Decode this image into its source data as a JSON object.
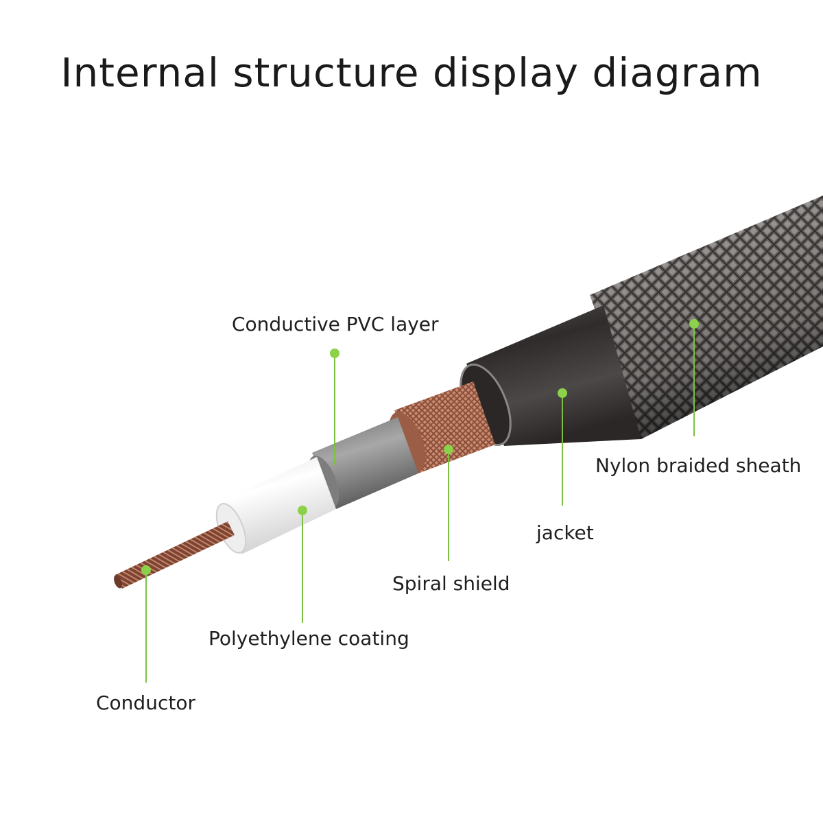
{
  "title": "Internal structure display diagram",
  "labels": {
    "conductive_pvc_layer": "Conductive PVC layer",
    "nylon_braided_sheath": "Nylon braided sheath",
    "jacket": "jacket",
    "spiral_shield": "Spiral shield",
    "polyethylene_coating": "Polyethylene coating",
    "conductor": "Conductor"
  },
  "colors": {
    "leader_line": "#7cc043",
    "leader_dot": "#8bd14a",
    "sheath": "#3e3a39",
    "jacket": "#4a4644",
    "copper": "#b0705a",
    "pvc_layer": "#8a8a8a",
    "insulation": "#f4f4f4"
  }
}
